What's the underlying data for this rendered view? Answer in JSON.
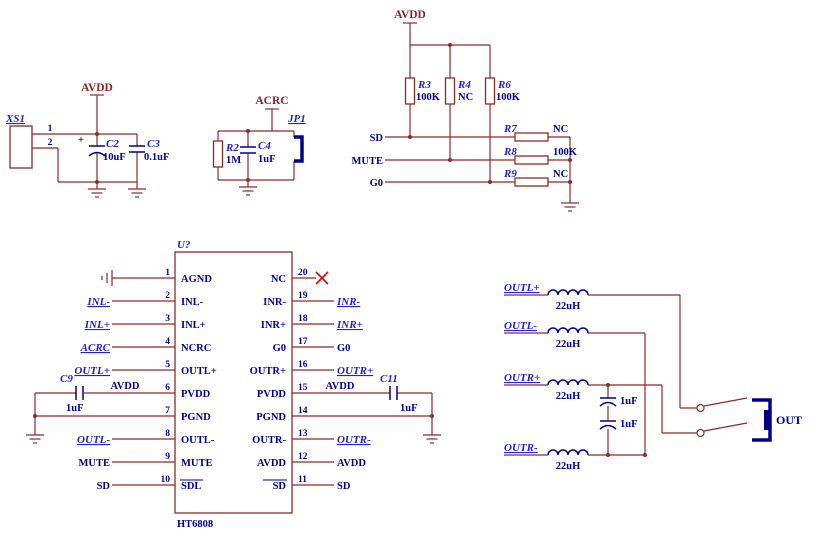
{
  "power": {
    "tl": "AVDD",
    "tm": "ACRC",
    "tr": "AVDD"
  },
  "xs1": {
    "ref": "XS1",
    "pin1": "1",
    "pin2": "2"
  },
  "caps": {
    "c2": {
      "ref": "C2",
      "value": "10uF",
      "plus": "+"
    },
    "c3": {
      "ref": "C3",
      "value": "0.1uF"
    },
    "c4": {
      "ref": "C4",
      "value": "1uF"
    },
    "c9": {
      "ref": "C9",
      "value": "1uF"
    },
    "c11": {
      "ref": "C11",
      "value": "1uF"
    }
  },
  "resistors": {
    "r2": {
      "ref": "R2",
      "value": "1M"
    },
    "r3": {
      "ref": "R3",
      "value": "100K"
    },
    "r4": {
      "ref": "R4",
      "value": "NC"
    },
    "r6": {
      "ref": "R6",
      "value": "100K"
    },
    "r7": {
      "ref": "R7",
      "value": "NC"
    },
    "r8": {
      "ref": "R8",
      "value": "100K"
    },
    "r9": {
      "ref": "R9",
      "value": "NC"
    }
  },
  "jp1": {
    "ref": "JP1"
  },
  "control_nets": {
    "sd": "SD",
    "mute": "MUTE",
    "g0": "G0"
  },
  "ic": {
    "ref": "U?",
    "part": "HT6808",
    "left": [
      {
        "num": "1",
        "name": "AGND",
        "label": ""
      },
      {
        "num": "2",
        "name": "INL-",
        "label": "INL-"
      },
      {
        "num": "3",
        "name": "INL+",
        "label": "INL+"
      },
      {
        "num": "4",
        "name": "NCRC",
        "label": "ACRC"
      },
      {
        "num": "5",
        "name": "OUTL+",
        "label": "OUTL+"
      },
      {
        "num": "6",
        "name": "PVDD",
        "label": "AVDD"
      },
      {
        "num": "7",
        "name": "PGND",
        "label": ""
      },
      {
        "num": "8",
        "name": "OUTL-",
        "label": "OUTL-"
      },
      {
        "num": "9",
        "name": "MUTE",
        "label": "MUTE"
      },
      {
        "num": "10",
        "name": "SDL",
        "label": "SD"
      }
    ],
    "right": [
      {
        "num": "20",
        "name": "NC",
        "label": ""
      },
      {
        "num": "19",
        "name": "INR-",
        "label": "INR-"
      },
      {
        "num": "18",
        "name": "INR+",
        "label": "INR+"
      },
      {
        "num": "17",
        "name": "G0",
        "label": "G0"
      },
      {
        "num": "16",
        "name": "OUTR+",
        "label": "OUTR+"
      },
      {
        "num": "15",
        "name": "PVDD",
        "label": "AVDD"
      },
      {
        "num": "14",
        "name": "PGND",
        "label": ""
      },
      {
        "num": "13",
        "name": "OUTR-",
        "label": "OUTR-"
      },
      {
        "num": "12",
        "name": "AVDD",
        "label": "AVDD"
      },
      {
        "num": "11",
        "name": "SD",
        "label": "SD"
      }
    ]
  },
  "output": {
    "rows": [
      {
        "net": "OUTL+",
        "value": "22uH"
      },
      {
        "net": "OUTL-",
        "value": "22uH"
      },
      {
        "net": "OUTR+",
        "value": "22uH"
      },
      {
        "net": "OUTR-",
        "value": "22uH"
      }
    ],
    "cap1": "1uF",
    "cap2": "1uF",
    "jack_label": "OUT"
  },
  "colors": {
    "wire": "#8a2b2b",
    "component_blue": "#00008b",
    "ref_blue": "#2222cc",
    "text_navy": "#00008b",
    "power_label": "#8b2323",
    "nc_cross": "#e00000",
    "background": "#ffffff"
  }
}
